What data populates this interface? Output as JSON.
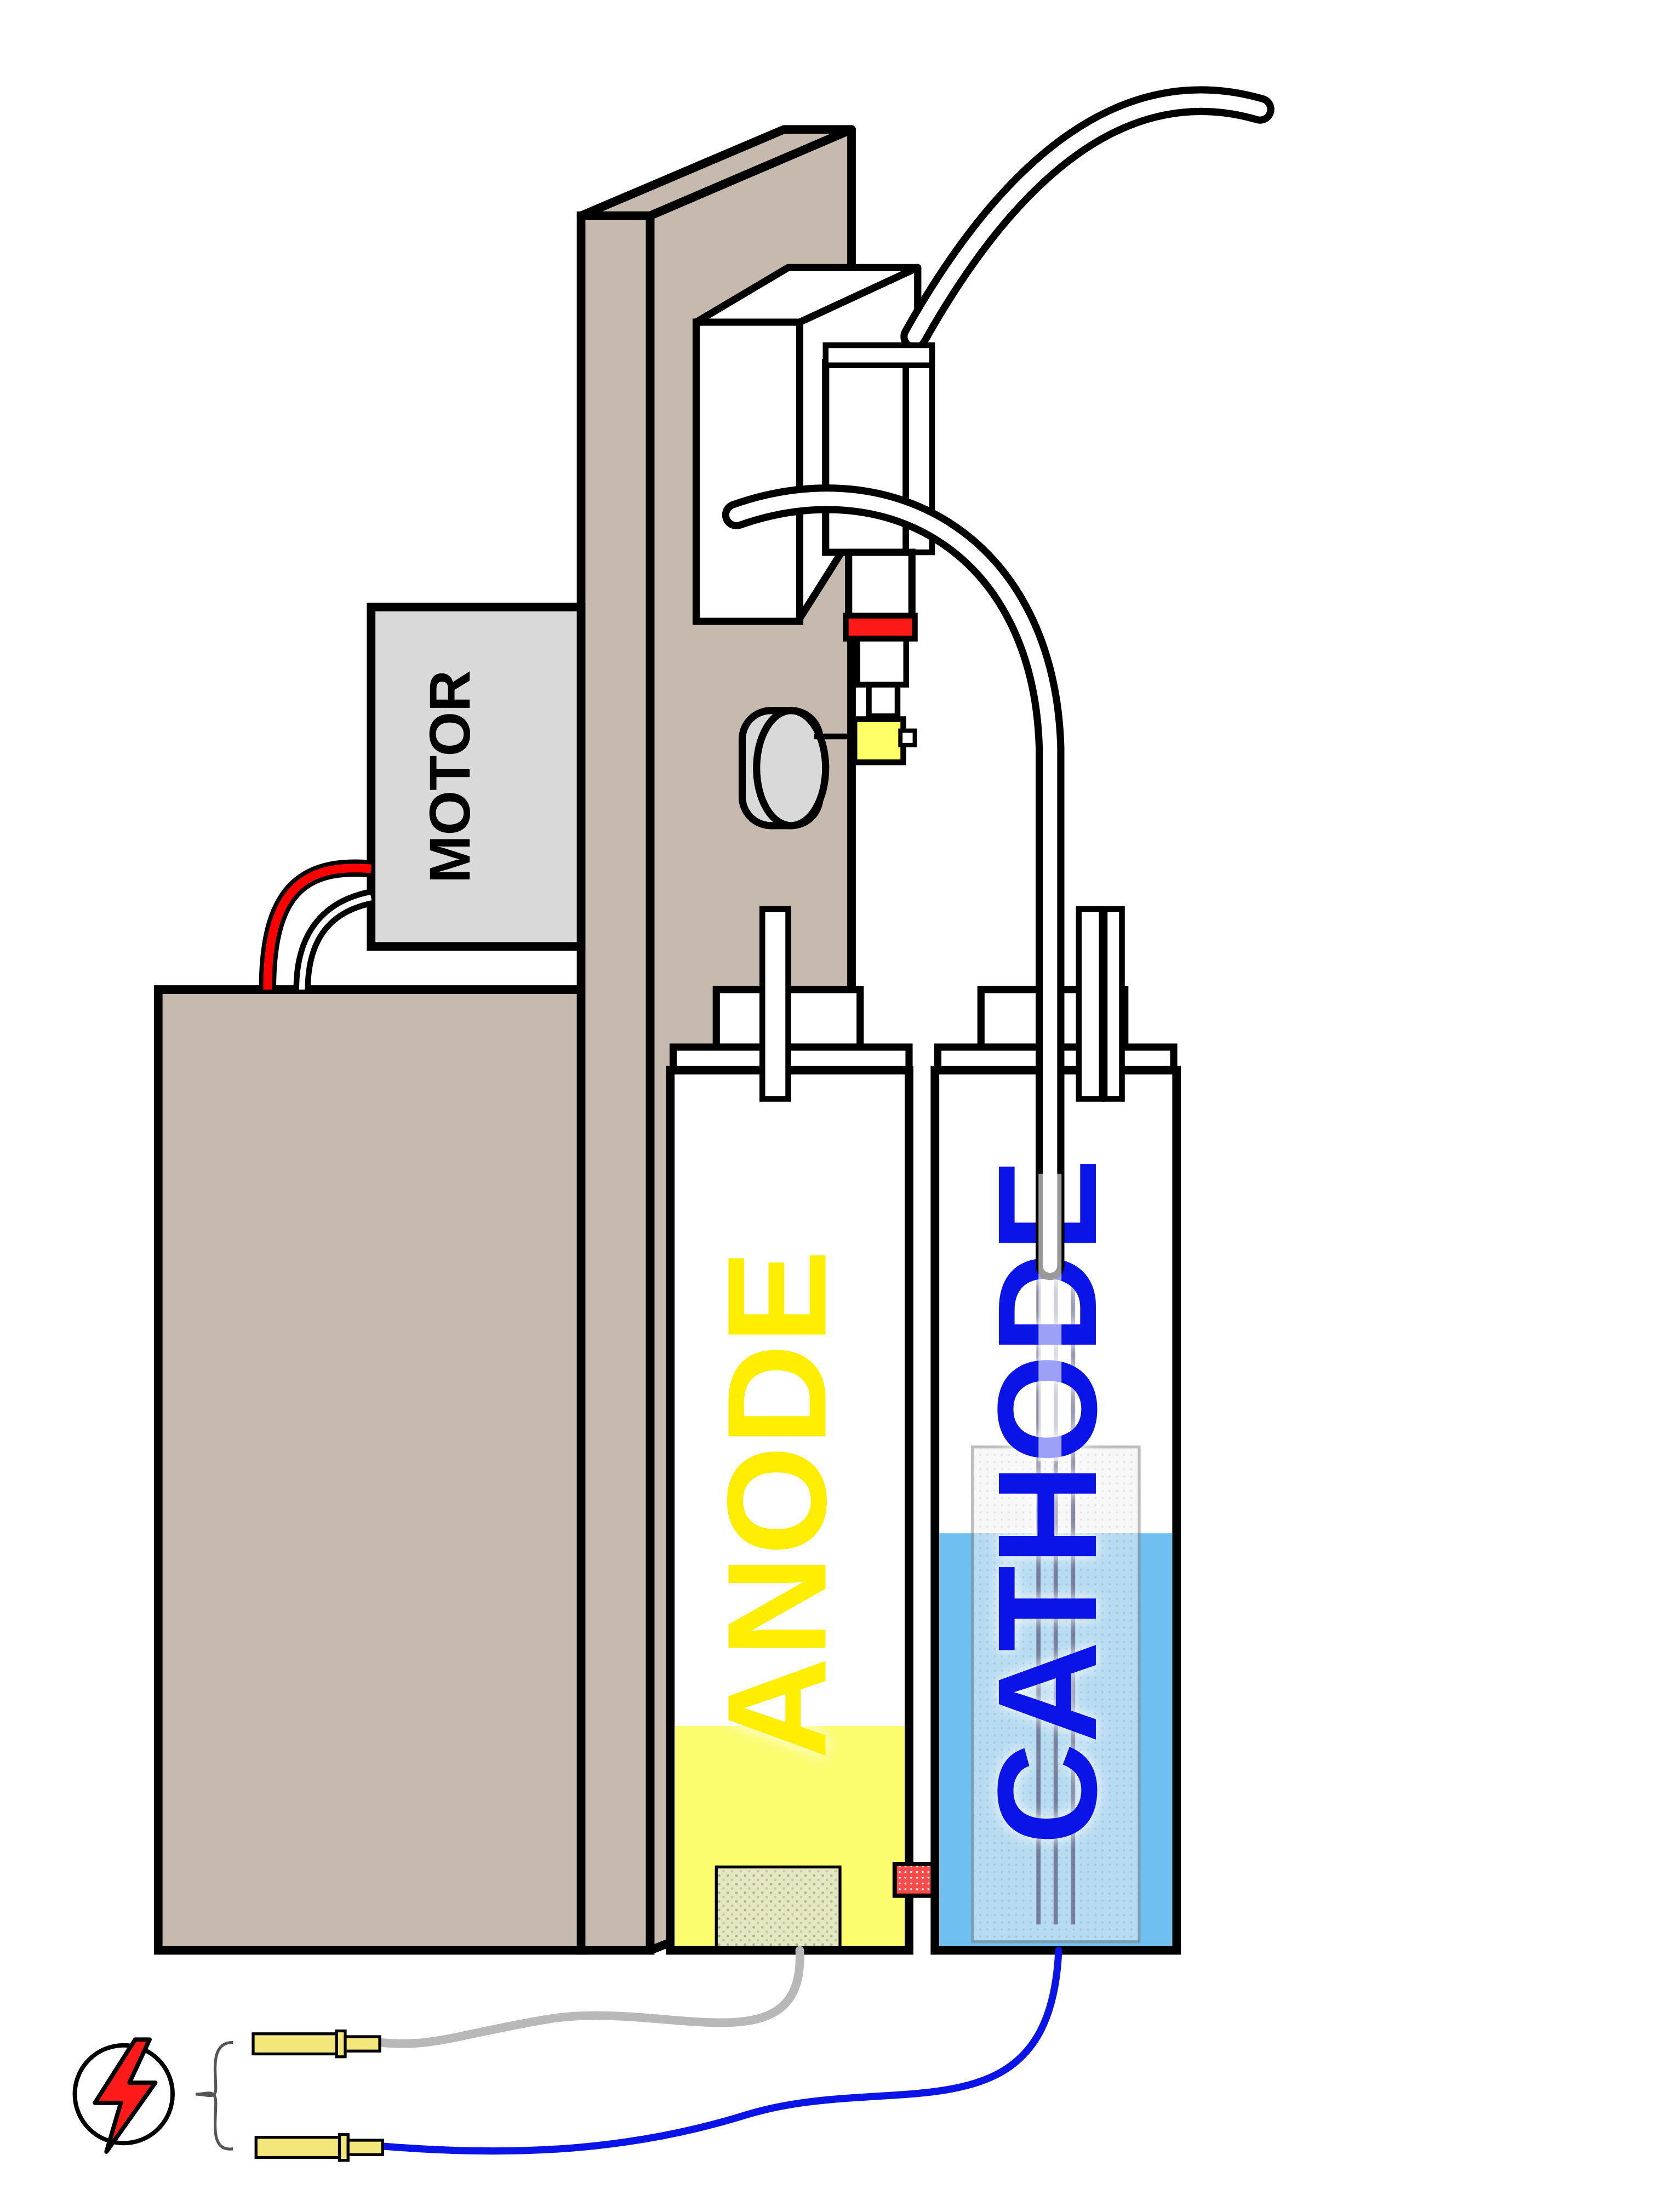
{
  "labels": {
    "motor": "MOTOR",
    "anode": "ANODE",
    "cathode": "CATHODE"
  },
  "icons": {
    "power": "lightning-bolt-icon",
    "brace": "curly-brace"
  },
  "colors": {
    "panel": "#c6b9ad",
    "motor_box": "#d9d9d9",
    "anode_text": "#ffee00",
    "anode_liquid": "#fbfc6e",
    "cathode_text": "#0a14e6",
    "cathode_liquid": "#6fc0f0",
    "red_wire": "#ff0000",
    "blue_wire": "#0a14e6",
    "grey_wire": "#b8b8b8",
    "connector": "#f3e67a",
    "bridge": "#ff3333"
  }
}
